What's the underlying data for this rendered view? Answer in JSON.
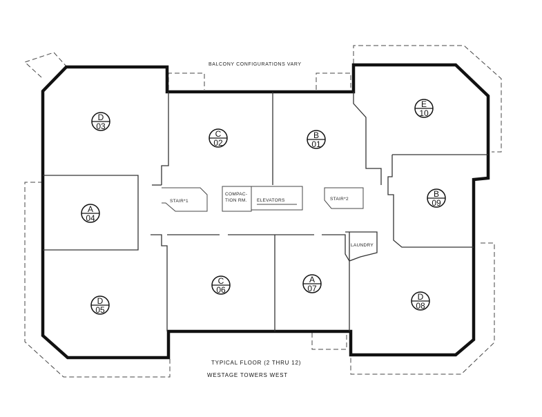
{
  "labels": {
    "top_caption": "BALCONY CONFIGURATIONS VARY",
    "floor_caption": "TYPICAL FLOOR (2 THRU 12)",
    "building_caption": "WESTAGE TOWERS WEST"
  },
  "rooms": {
    "stair1": "STAIR*1",
    "compaction_line1": "COMPAC-",
    "compaction_line2": "TION RM.",
    "elevators": "ELEVATORS",
    "stair2": "STAIR*2",
    "laundry": "LAUNDRY"
  },
  "units": [
    {
      "type": "D",
      "number": "03"
    },
    {
      "type": "C",
      "number": "02"
    },
    {
      "type": "B",
      "number": "01"
    },
    {
      "type": "E",
      "number": "10"
    },
    {
      "type": "A",
      "number": "04"
    },
    {
      "type": "B",
      "number": "09"
    },
    {
      "type": "D",
      "number": "05"
    },
    {
      "type": "C",
      "number": "06"
    },
    {
      "type": "A",
      "number": "07"
    },
    {
      "type": "D",
      "number": "08"
    }
  ]
}
